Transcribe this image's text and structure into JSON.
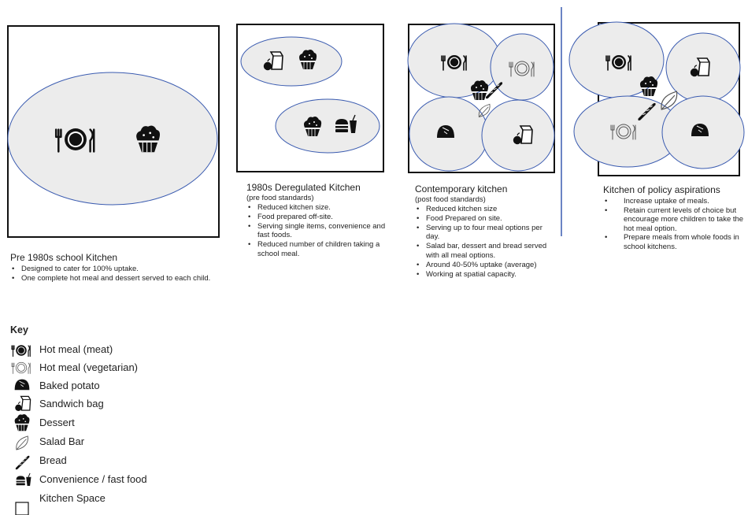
{
  "panels": [
    {
      "title": "Pre 1980s school Kitchen",
      "subtitle": "",
      "bullets": [
        "Designed to cater for 100% uptake.",
        "One complete hot meal and dessert served to each child."
      ]
    },
    {
      "title": "1980s Deregulated Kitchen",
      "subtitle": "(pre food standards)",
      "bullets": [
        "Reduced kitchen size.",
        "Food prepared off-site.",
        "Serving single items, convenience and fast foods.",
        "Reduced number of children taking a school meal."
      ]
    },
    {
      "title": "Contemporary kitchen",
      "subtitle": "(post food standards)",
      "bullets": [
        "Reduced kitchen size",
        "Food Prepared on site.",
        "Serving up to four meal options per day.",
        "Salad bar, dessert and bread served with all meal options.",
        "Around 40-50% uptake (average)",
        "Working at spatial capacity."
      ]
    },
    {
      "title": "Kitchen of policy aspirations",
      "subtitle": "",
      "bullets": [
        "Increase uptake of meals.",
        "Retain current levels of choice but encourage more children to take the hot meal option.",
        "Prepare meals from whole foods in school kitchens."
      ]
    }
  ],
  "key": {
    "title": "Key",
    "items": [
      {
        "icon": "hot-meal-meat-icon",
        "label": "Hot meal (meat)"
      },
      {
        "icon": "hot-meal-vegetarian-icon",
        "label": "Hot meal (vegetarian)"
      },
      {
        "icon": "baked-potato-icon",
        "label": "Baked potato"
      },
      {
        "icon": "sandwich-bag-icon",
        "label": "Sandwich bag"
      },
      {
        "icon": "dessert-icon",
        "label": "Dessert"
      },
      {
        "icon": "salad-bar-icon",
        "label": "Salad Bar"
      },
      {
        "icon": "bread-icon",
        "label": "Bread"
      },
      {
        "icon": "convenience-food-icon",
        "label": "Convenience / fast food"
      },
      {
        "icon": "kitchen-space-icon",
        "label": "Kitchen Space"
      }
    ]
  },
  "colors": {
    "ellipse_fill": "#ececec",
    "ellipse_stroke": "#3a5bb0",
    "box_stroke": "#111111",
    "divider": "#3a5bb0"
  }
}
